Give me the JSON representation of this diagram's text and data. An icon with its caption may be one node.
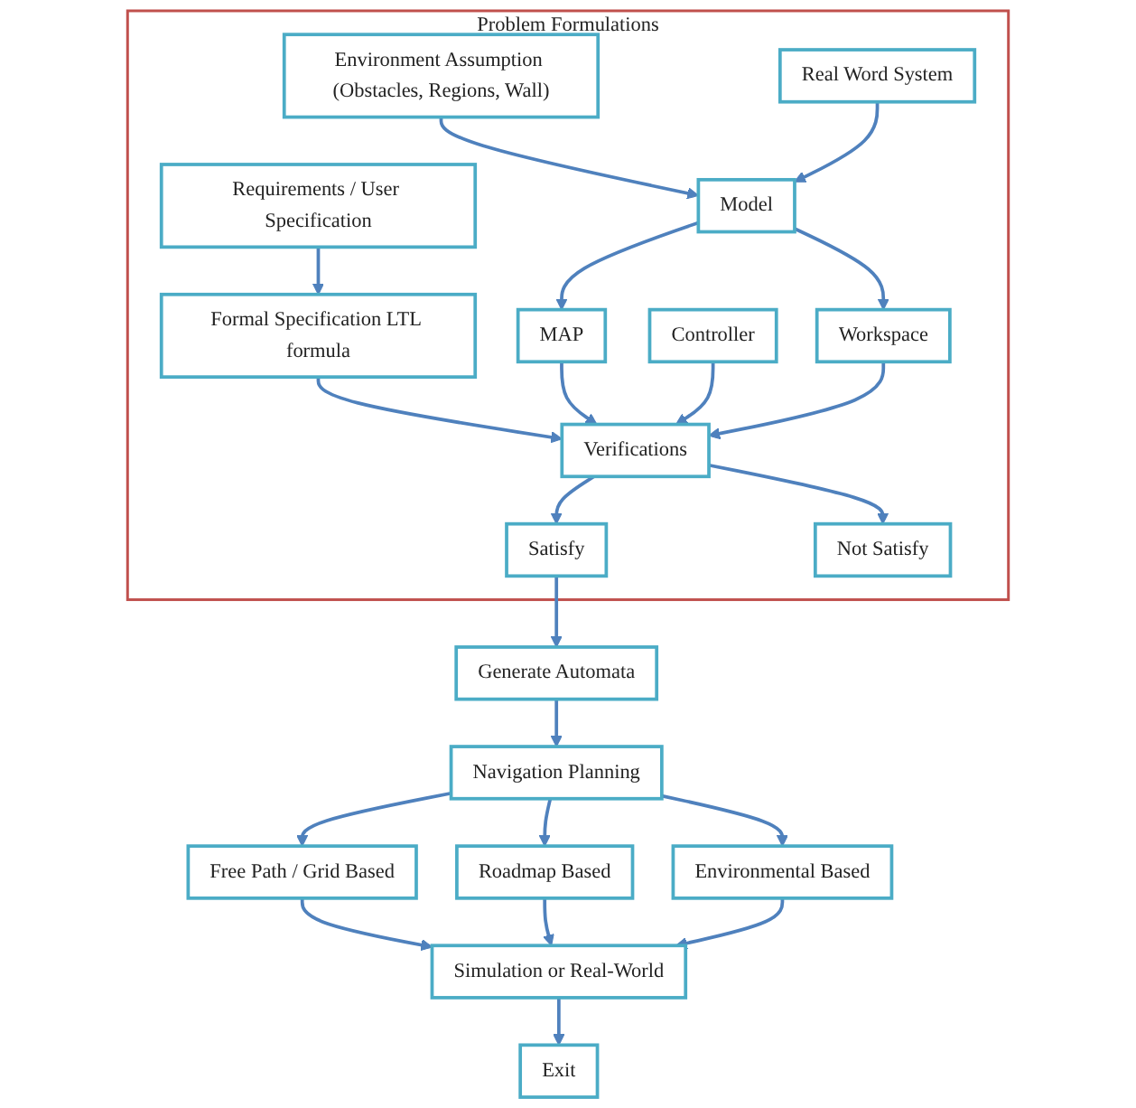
{
  "diagram": {
    "nodes": [
      {
        "text": [
          "Problem Formulations"
        ]
      },
      {
        "text": [
          "Requirements / User Specification"
        ],
        "in": 0
      },
      {
        "text": [
          "Environment Assumption (Obstacles, Regions, Wall)"
        ],
        "in": 0
      },
      {
        "text": [
          "Real Word System"
        ],
        "in": 0
      },
      {
        "text": [
          "Formal Specification LTL formula"
        ],
        "in": 0
      },
      {
        "text": [
          "MAP"
        ],
        "in": 0
      },
      {
        "text": [
          "Model"
        ],
        "in": 0
      },
      {
        "text": [
          "Controller"
        ],
        "in": 0
      },
      {
        "text": [
          "Verifications"
        ],
        "in": 0
      },
      {
        "text": [
          "Workspace"
        ],
        "in": 0
      },
      {
        "text": [
          "Satisfy"
        ],
        "in": 0
      },
      {
        "text": [
          "Not Satisfy"
        ],
        "in": 0
      },
      {
        "text": [
          "Generate Automata"
        ]
      },
      {
        "text": [
          "Navigation Planning"
        ]
      },
      {
        "text": [
          "Free Path / Grid Based"
        ]
      },
      {
        "text": [
          "Roadmap Based"
        ]
      },
      {
        "text": [
          "Environmental Based"
        ]
      },
      {
        "text": [
          "Simulation or Real-World"
        ]
      },
      {
        "text": [
          "Exit"
        ]
      }
    ],
    "edges": [
      {
        "from": 1,
        "to": 4,
        "arrow": "to"
      },
      {
        "from": 2,
        "to": 6,
        "arrow": "to"
      },
      {
        "from": 3,
        "to": 6,
        "arrow": "to"
      },
      {
        "from": 6,
        "to": 5,
        "arrow": "to"
      },
      {
        "from": 6,
        "to": 9,
        "arrow": "to"
      },
      {
        "from": 4,
        "to": 8,
        "arrow": "to"
      },
      {
        "from": 5,
        "to": 8,
        "arrow": "to"
      },
      {
        "from": 7,
        "to": 8,
        "arrow": "to"
      },
      {
        "from": 9,
        "to": 8,
        "arrow": "to"
      },
      {
        "from": 8,
        "to": 10,
        "arrow": "to"
      },
      {
        "from": 8,
        "to": 11,
        "arrow": "to"
      },
      {
        "from": 10,
        "to": 12,
        "arrow": "to"
      },
      {
        "from": 12,
        "to": 13,
        "arrow": "to"
      },
      {
        "from": 13,
        "to": 14,
        "arrow": "to"
      },
      {
        "from": 13,
        "to": 15,
        "arrow": "to"
      },
      {
        "from": 13,
        "to": 16,
        "arrow": "to"
      },
      {
        "from": 14,
        "to": 17,
        "arrow": "to"
      },
      {
        "from": 15,
        "to": 17,
        "arrow": "to"
      },
      {
        "from": 16,
        "to": 17,
        "arrow": "to"
      },
      {
        "from": 17,
        "to": 18,
        "arrow": "to"
      }
    ]
  }
}
